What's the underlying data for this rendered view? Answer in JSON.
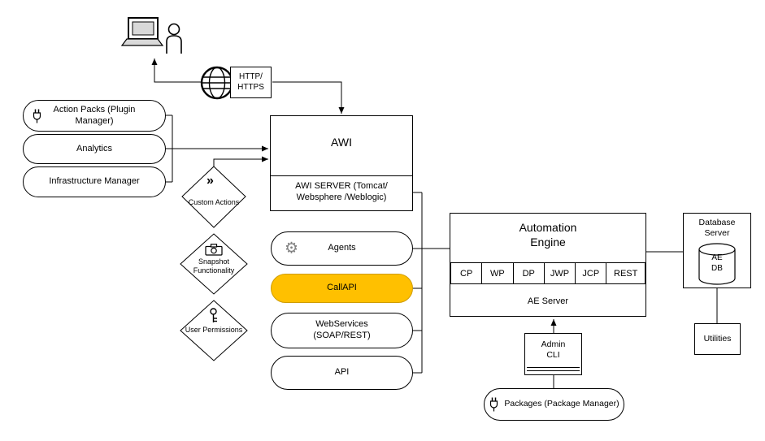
{
  "client": {
    "http_label": "HTTP/\nHTTPS"
  },
  "left_stack": {
    "action_packs": "Action Packs (Plugin\nManager)",
    "analytics": "Analytics",
    "infrastructure_manager": "Infrastructure Manager"
  },
  "diamonds": {
    "custom_actions": "Custom Actions",
    "snapshot": "Snapshot\nFunctionality",
    "user_permissions": "User Permissions"
  },
  "awi": {
    "title": "AWI",
    "server": "AWI SERVER (Tomcat/\nWebsphere /Weblogic)"
  },
  "interfaces": {
    "agents": "Agents",
    "callapi": "CallAPI",
    "webservices": "WebServices\n(SOAP/REST)",
    "api": "API"
  },
  "automation_engine": {
    "title": "Automation\nEngine",
    "processes": [
      "CP",
      "WP",
      "DP",
      "JWP",
      "JCP",
      "REST"
    ],
    "server": "AE Server"
  },
  "database_server": {
    "title": "Database\nServer",
    "db_label": "AE\nDB"
  },
  "utilities": {
    "label": "Utilities"
  },
  "admin_cli": {
    "label": "Admin\nCLI"
  },
  "packages": {
    "label": "Packages (Package Manager)"
  },
  "icons": {
    "gear": "⚙",
    "chevrons": "»"
  },
  "colors": {
    "callapi_fill": "#FFC000",
    "line": "#000000",
    "gear_gray": "#808080"
  }
}
